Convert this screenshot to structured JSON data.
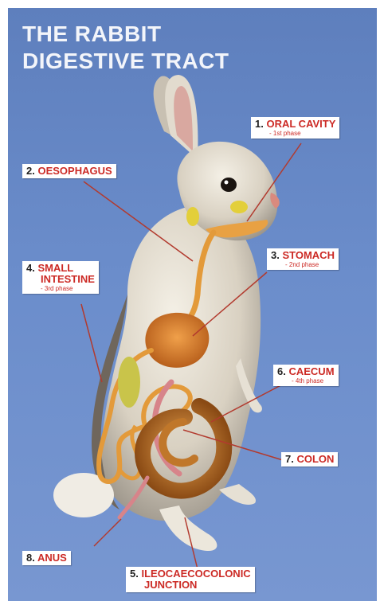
{
  "title": {
    "line1": "THE RABBIT",
    "line2": "DIGESTIVE TRACT"
  },
  "colors": {
    "background": "#6b8dcb",
    "label_red": "#cc2a25",
    "tract": "#e39a3a",
    "leader": "#b23a2e"
  },
  "labels": [
    {
      "id": "oral-cavity",
      "number": "1.",
      "name": "ORAL CAVITY",
      "phase": "- 1st phase"
    },
    {
      "id": "oesophagus",
      "number": "2.",
      "name": "OESOPHAGUS",
      "phase": ""
    },
    {
      "id": "stomach",
      "number": "3.",
      "name": "STOMACH",
      "phase": "- 2nd phase"
    },
    {
      "id": "small-intestine",
      "number": "4.",
      "name_line1": "SMALL",
      "name_line2": "INTESTINE",
      "phase": "- 3rd phase"
    },
    {
      "id": "ileocaecocolonic",
      "number": "5.",
      "name_line1": "ILEOCAECOCOLONIC",
      "name_line2": "JUNCTION",
      "phase": ""
    },
    {
      "id": "caecum",
      "number": "6.",
      "name": "CAECUM",
      "phase": "- 4th phase"
    },
    {
      "id": "colon",
      "number": "7.",
      "name": "COLON",
      "phase": ""
    },
    {
      "id": "anus",
      "number": "8.",
      "name": "ANUS",
      "phase": ""
    }
  ]
}
